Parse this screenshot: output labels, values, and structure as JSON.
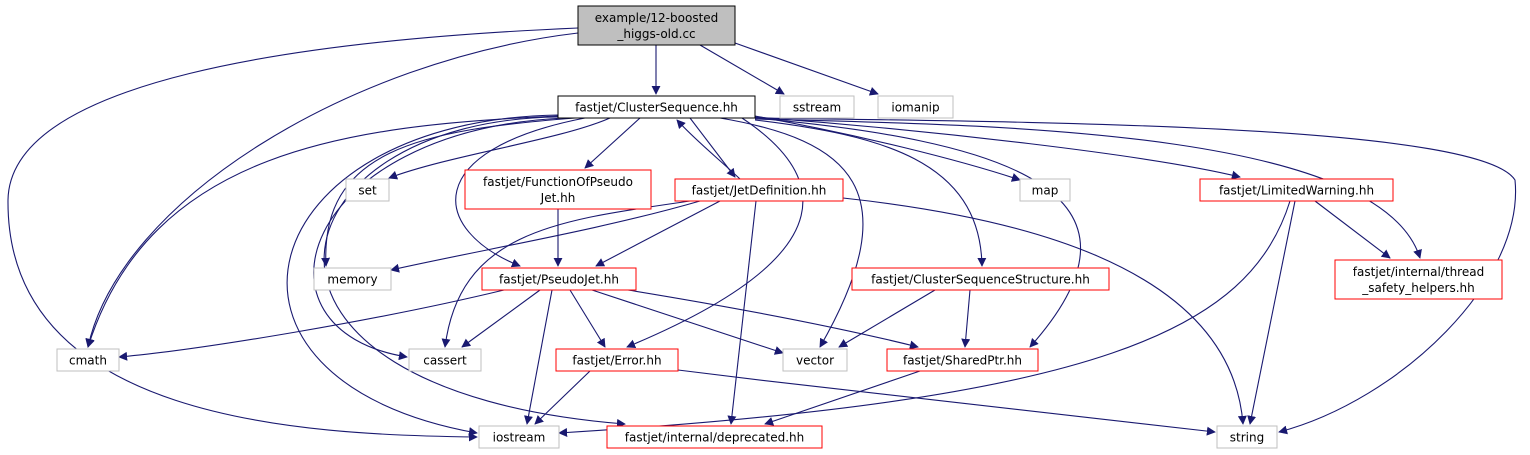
{
  "diagram": {
    "type": "include-dependency-graph",
    "colors": {
      "edge": "#191970",
      "root_fill": "#bfbfbf",
      "documented_border": "#ff0000",
      "external_border": "#bfbfbf",
      "main_border": "#000000"
    },
    "nodes": [
      {
        "id": "root",
        "label1": "example/12-boosted",
        "label2": "_higgs-old.cc",
        "kind": "root"
      },
      {
        "id": "clusterseq",
        "label1": "fastjet/ClusterSequence.hh",
        "label2": "",
        "kind": "main"
      },
      {
        "id": "sstream",
        "label1": "sstream",
        "label2": "",
        "kind": "grey"
      },
      {
        "id": "iomanip",
        "label1": "iomanip",
        "label2": "",
        "kind": "grey"
      },
      {
        "id": "set",
        "label1": "set",
        "label2": "",
        "kind": "grey"
      },
      {
        "id": "funcofpj",
        "label1": "fastjet/FunctionOfPseudo",
        "label2": "Jet.hh",
        "kind": "red"
      },
      {
        "id": "jetdef",
        "label1": "fastjet/JetDefinition.hh",
        "label2": "",
        "kind": "red"
      },
      {
        "id": "map",
        "label1": "map",
        "label2": "",
        "kind": "grey"
      },
      {
        "id": "limwarn",
        "label1": "fastjet/LimitedWarning.hh",
        "label2": "",
        "kind": "red"
      },
      {
        "id": "memory",
        "label1": "memory",
        "label2": "",
        "kind": "grey"
      },
      {
        "id": "pseudojet",
        "label1": "fastjet/PseudoJet.hh",
        "label2": "",
        "kind": "red"
      },
      {
        "id": "csstruct",
        "label1": "fastjet/ClusterSequenceStructure.hh",
        "label2": "",
        "kind": "red"
      },
      {
        "id": "thread",
        "label1": "fastjet/internal/thread",
        "label2": "_safety_helpers.hh",
        "kind": "red"
      },
      {
        "id": "cmath",
        "label1": "cmath",
        "label2": "",
        "kind": "grey"
      },
      {
        "id": "cassert",
        "label1": "cassert",
        "label2": "",
        "kind": "grey"
      },
      {
        "id": "error",
        "label1": "fastjet/Error.hh",
        "label2": "",
        "kind": "red"
      },
      {
        "id": "vector",
        "label1": "vector",
        "label2": "",
        "kind": "grey"
      },
      {
        "id": "sharedptr",
        "label1": "fastjet/SharedPtr.hh",
        "label2": "",
        "kind": "red"
      },
      {
        "id": "iostream",
        "label1": "iostream",
        "label2": "",
        "kind": "grey"
      },
      {
        "id": "deprecated",
        "label1": "fastjet/internal/deprecated.hh",
        "label2": "",
        "kind": "red"
      },
      {
        "id": "string",
        "label1": "string",
        "label2": "",
        "kind": "grey"
      }
    ],
    "edges": [
      [
        "root",
        "clusterseq"
      ],
      [
        "root",
        "sstream"
      ],
      [
        "root",
        "iomanip"
      ],
      [
        "root",
        "cmath"
      ],
      [
        "root",
        "iostream"
      ],
      [
        "clusterseq",
        "set"
      ],
      [
        "clusterseq",
        "funcofpj"
      ],
      [
        "clusterseq",
        "jetdef"
      ],
      [
        "clusterseq",
        "map"
      ],
      [
        "clusterseq",
        "limwarn"
      ],
      [
        "clusterseq",
        "thread"
      ],
      [
        "clusterseq",
        "string"
      ],
      [
        "clusterseq",
        "memory"
      ],
      [
        "clusterseq",
        "pseudojet"
      ],
      [
        "clusterseq",
        "csstruct"
      ],
      [
        "clusterseq",
        "cmath"
      ],
      [
        "clusterseq",
        "cassert"
      ],
      [
        "clusterseq",
        "error"
      ],
      [
        "clusterseq",
        "vector"
      ],
      [
        "clusterseq",
        "sharedptr"
      ],
      [
        "clusterseq",
        "iostream"
      ],
      [
        "clusterseq",
        "deprecated"
      ],
      [
        "jetdef",
        "clusterseq"
      ],
      [
        "jetdef",
        "memory"
      ],
      [
        "jetdef",
        "pseudojet"
      ],
      [
        "jetdef",
        "cassert"
      ],
      [
        "jetdef",
        "deprecated"
      ],
      [
        "jetdef",
        "string"
      ],
      [
        "funcofpj",
        "pseudojet"
      ],
      [
        "pseudojet",
        "cmath"
      ],
      [
        "pseudojet",
        "cassert"
      ],
      [
        "pseudojet",
        "error"
      ],
      [
        "pseudojet",
        "vector"
      ],
      [
        "pseudojet",
        "sharedptr"
      ],
      [
        "pseudojet",
        "iostream"
      ],
      [
        "csstruct",
        "vector"
      ],
      [
        "csstruct",
        "sharedptr"
      ],
      [
        "limwarn",
        "thread"
      ],
      [
        "limwarn",
        "string"
      ],
      [
        "limwarn",
        "iostream"
      ],
      [
        "error",
        "iostream"
      ],
      [
        "error",
        "string"
      ],
      [
        "sharedptr",
        "deprecated"
      ]
    ]
  }
}
